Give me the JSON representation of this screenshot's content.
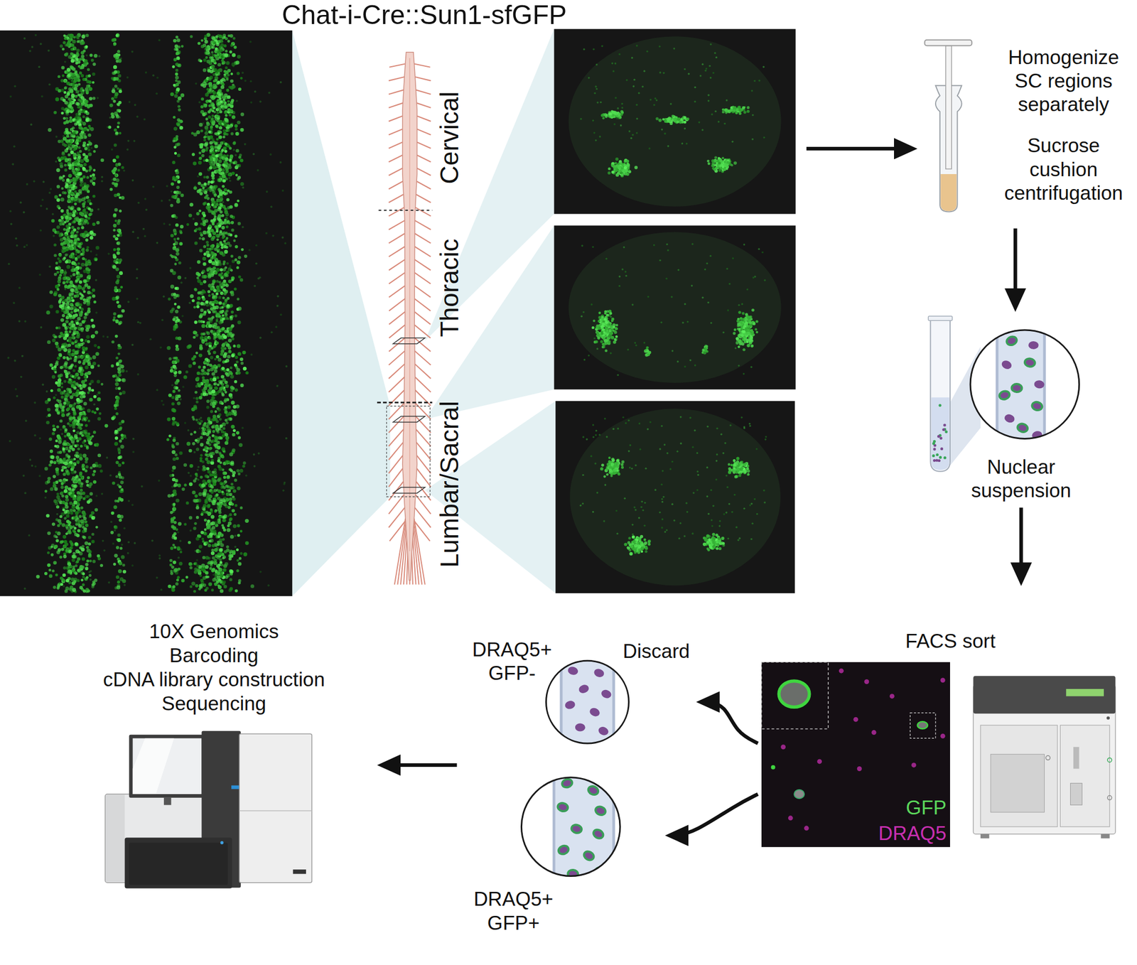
{
  "diagram": {
    "title": "Chat-i-Cre::Sun1-sfGFP",
    "nodes": [
      {
        "text": [
          "Cervical",
          "Thoracic",
          "Lumbar/Sacral"
        ]
      },
      {
        "text": [
          "Homogenize SC regions separately",
          "Sucrose cushion centrifugation"
        ]
      },
      {
        "text": [
          "Nuclear suspension"
        ]
      },
      {
        "text": [
          "FACS sort",
          "GFP",
          "DRAQ5"
        ]
      },
      {
        "text": [
          "DRAQ5+ GFP-",
          "Discard"
        ]
      },
      {
        "text": [
          "DRAQ5+ GFP+"
        ]
      },
      {
        "text": [
          "10X Genomics",
          "Barcoding",
          "cDNA library construction",
          "Sequencing"
        ]
      }
    ],
    "edges": [
      {
        "from": 0,
        "to": 1,
        "arrow": "to"
      },
      {
        "from": 1,
        "to": 2,
        "arrow": "to"
      },
      {
        "from": 2,
        "to": 3,
        "arrow": "to"
      },
      {
        "from": 3,
        "to": 4,
        "arrow": "to"
      },
      {
        "from": 3,
        "to": 5,
        "arrow": "to"
      },
      {
        "from": 5,
        "to": 6,
        "arrow": "to"
      }
    ]
  }
}
